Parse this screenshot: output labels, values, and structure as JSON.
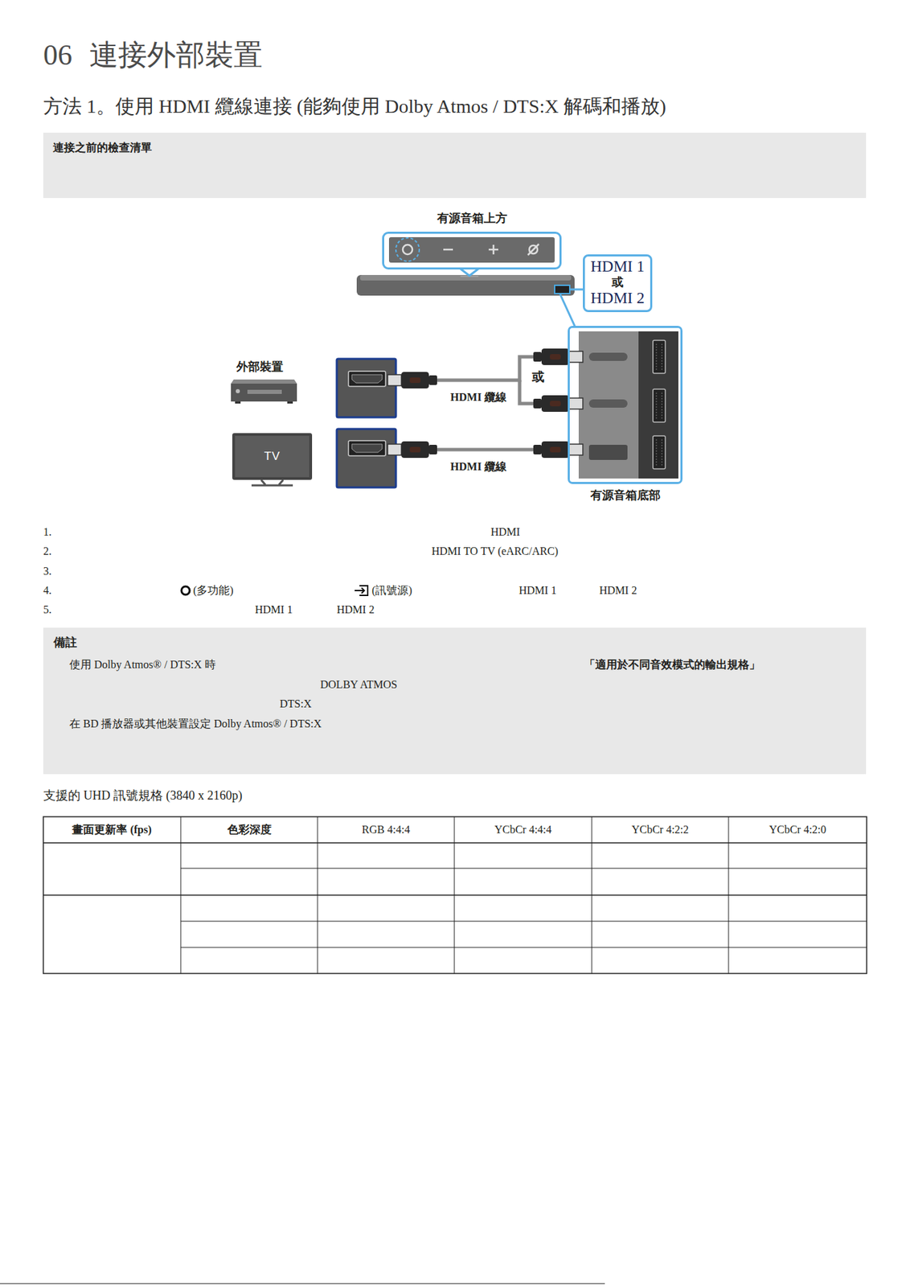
{
  "diagram": {
    "title": "06 連接外部裝置",
    "nodes": [
      {
        "text": [
          "連接之前的檢查清單"
        ]
      },
      {
        "text": [
          "有源音箱上方"
        ]
      },
      {
        "text": [
          "HDMI 1",
          "或",
          "HDMI 2"
        ]
      },
      {
        "text": [
          "外部裝置"
        ]
      },
      {
        "text": [
          "TV"
        ]
      },
      {
        "text": [
          "有源音箱底部"
        ]
      },
      {
        "text": [
          "備註",
          "使用 Dolby Atmos® / DTS:X 時",
          "「適用於不同音效模式的輸出規格」",
          "DOLBY ATMOS",
          "DTS:X",
          "在 BD 播放器或其他裝置設定 Dolby Atmos® / DTS:X"
        ]
      }
    ],
    "edges": [
      {
        "from": 3,
        "to": 5,
        "label": "HDMI 纜線",
        "arrow": "none"
      },
      {
        "from": 4,
        "to": 5,
        "label": "HDMI 纜線",
        "arrow": "none"
      }
    ],
    "labels": [
      "方法 1。使用 HDMI 纜線連接 (能夠使用 Dolby Atmos / DTS:X 解碼和播放)",
      "或",
      "1.",
      "HDMI",
      "2.",
      "HDMI TO TV (eARC/ARC)",
      "3.",
      "4.",
      "(多功能)",
      "(訊號源)",
      "HDMI 1",
      "HDMI 2",
      "5.",
      "HDMI 1",
      "HDMI 2",
      "支援的 UHD 訊號規格 (3840 x 2160p)",
      "畫面更新率 (fps)",
      "色彩深度",
      "RGB 4:4:4",
      "YCbCr 4:4:4",
      "YCbCr 4:2:2",
      "YCbCr 4:2:0"
    ]
  }
}
